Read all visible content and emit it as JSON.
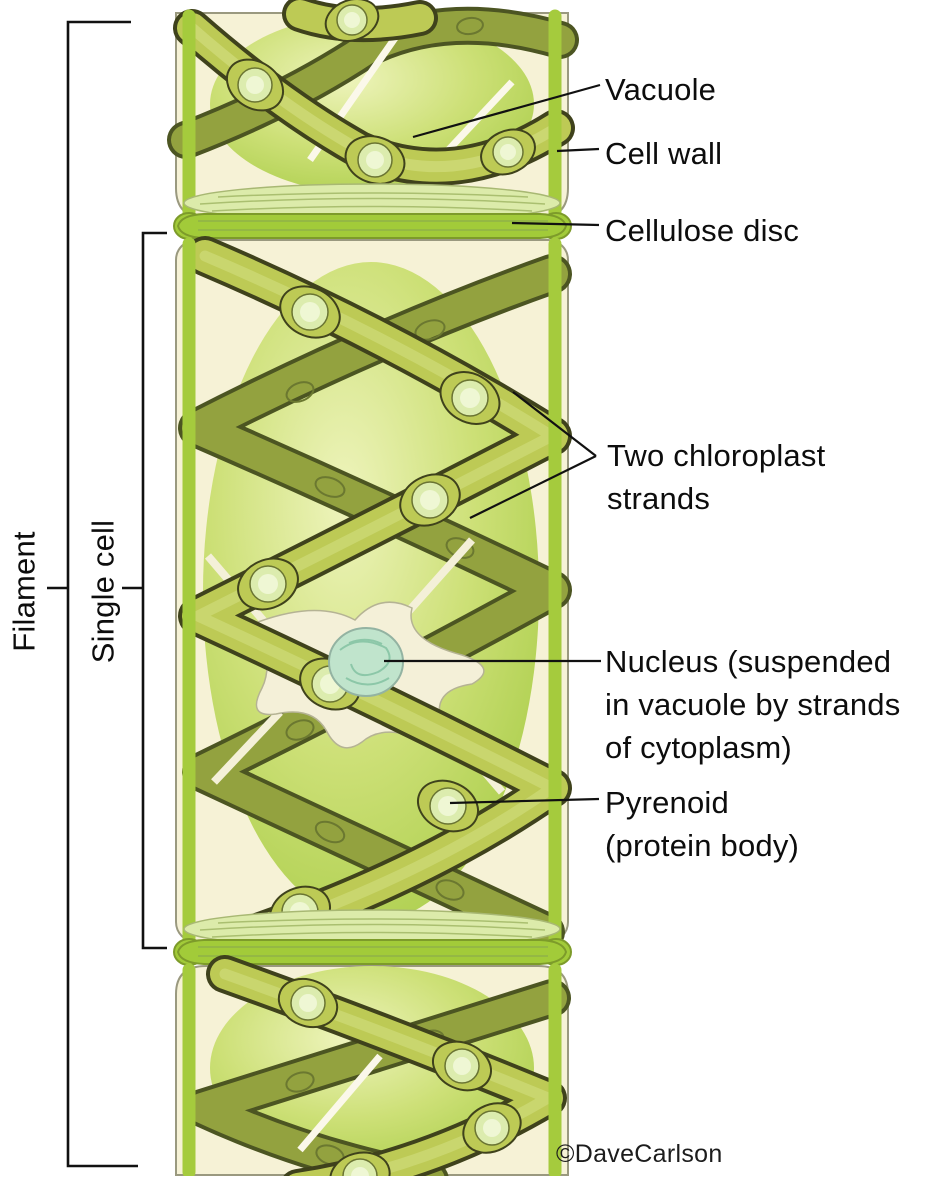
{
  "figure": {
    "subject": "Spirogyra (green alga) filament structure diagram",
    "credit": "©DaveCarlson"
  },
  "labels": {
    "vacuole": "Vacuole",
    "cell_wall": "Cell wall",
    "cellulose_disc": "Cellulose disc",
    "chloroplast_strands": "Two chloroplast\nstrands",
    "nucleus": "Nucleus (suspended\nin vacuole by strands\nof cytoplasm)",
    "pyrenoid": "Pyrenoid\n(protein body)",
    "filament": "Filament",
    "single_cell": "Single cell"
  },
  "colors": {
    "cell_wall_green": "#a5cb3d",
    "interior_cream": "#f6f2d6",
    "vacuole_light": "#ecf3b8",
    "vacuole_deep": "#a6cb45",
    "chloroplast_front": "#bdca55",
    "chloroplast_back": "#93a23f",
    "pyrenoid_fill": "#dcecae",
    "nucleus_fill": "#c0e4cc",
    "label_text": "#0d0d0d"
  }
}
